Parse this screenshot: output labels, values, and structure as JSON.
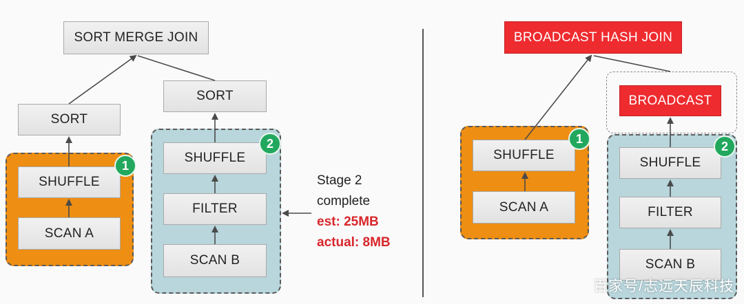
{
  "left_plan": {
    "root": "SORT MERGE JOIN",
    "left_sort": "SORT",
    "right_sort": "SORT",
    "stage1": {
      "badge": "1",
      "shuffle": "SHUFFLE",
      "scan": "SCAN A"
    },
    "stage2": {
      "badge": "2",
      "shuffle": "SHUFFLE",
      "filter": "FILTER",
      "scan": "SCAN B"
    }
  },
  "annotation": {
    "line1": "Stage 2",
    "line2": "complete",
    "est": "est: 25MB",
    "actual": "actual: 8MB"
  },
  "right_plan": {
    "root": "BROADCAST HASH JOIN",
    "broadcast": "BROADCAST",
    "stage1": {
      "badge": "1",
      "shuffle": "SHUFFLE",
      "scan": "SCAN A"
    },
    "stage2": {
      "badge": "2",
      "shuffle": "SHUFFLE",
      "filter": "FILTER",
      "scan": "SCAN B"
    }
  },
  "colors": {
    "stage1_fill": "#ee8e12",
    "stage2_fill": "#b8d6dc",
    "highlight_red": "#ee2b2f",
    "badge_green": "#22a85e"
  },
  "watermark": "百家号/志远天辰科技"
}
